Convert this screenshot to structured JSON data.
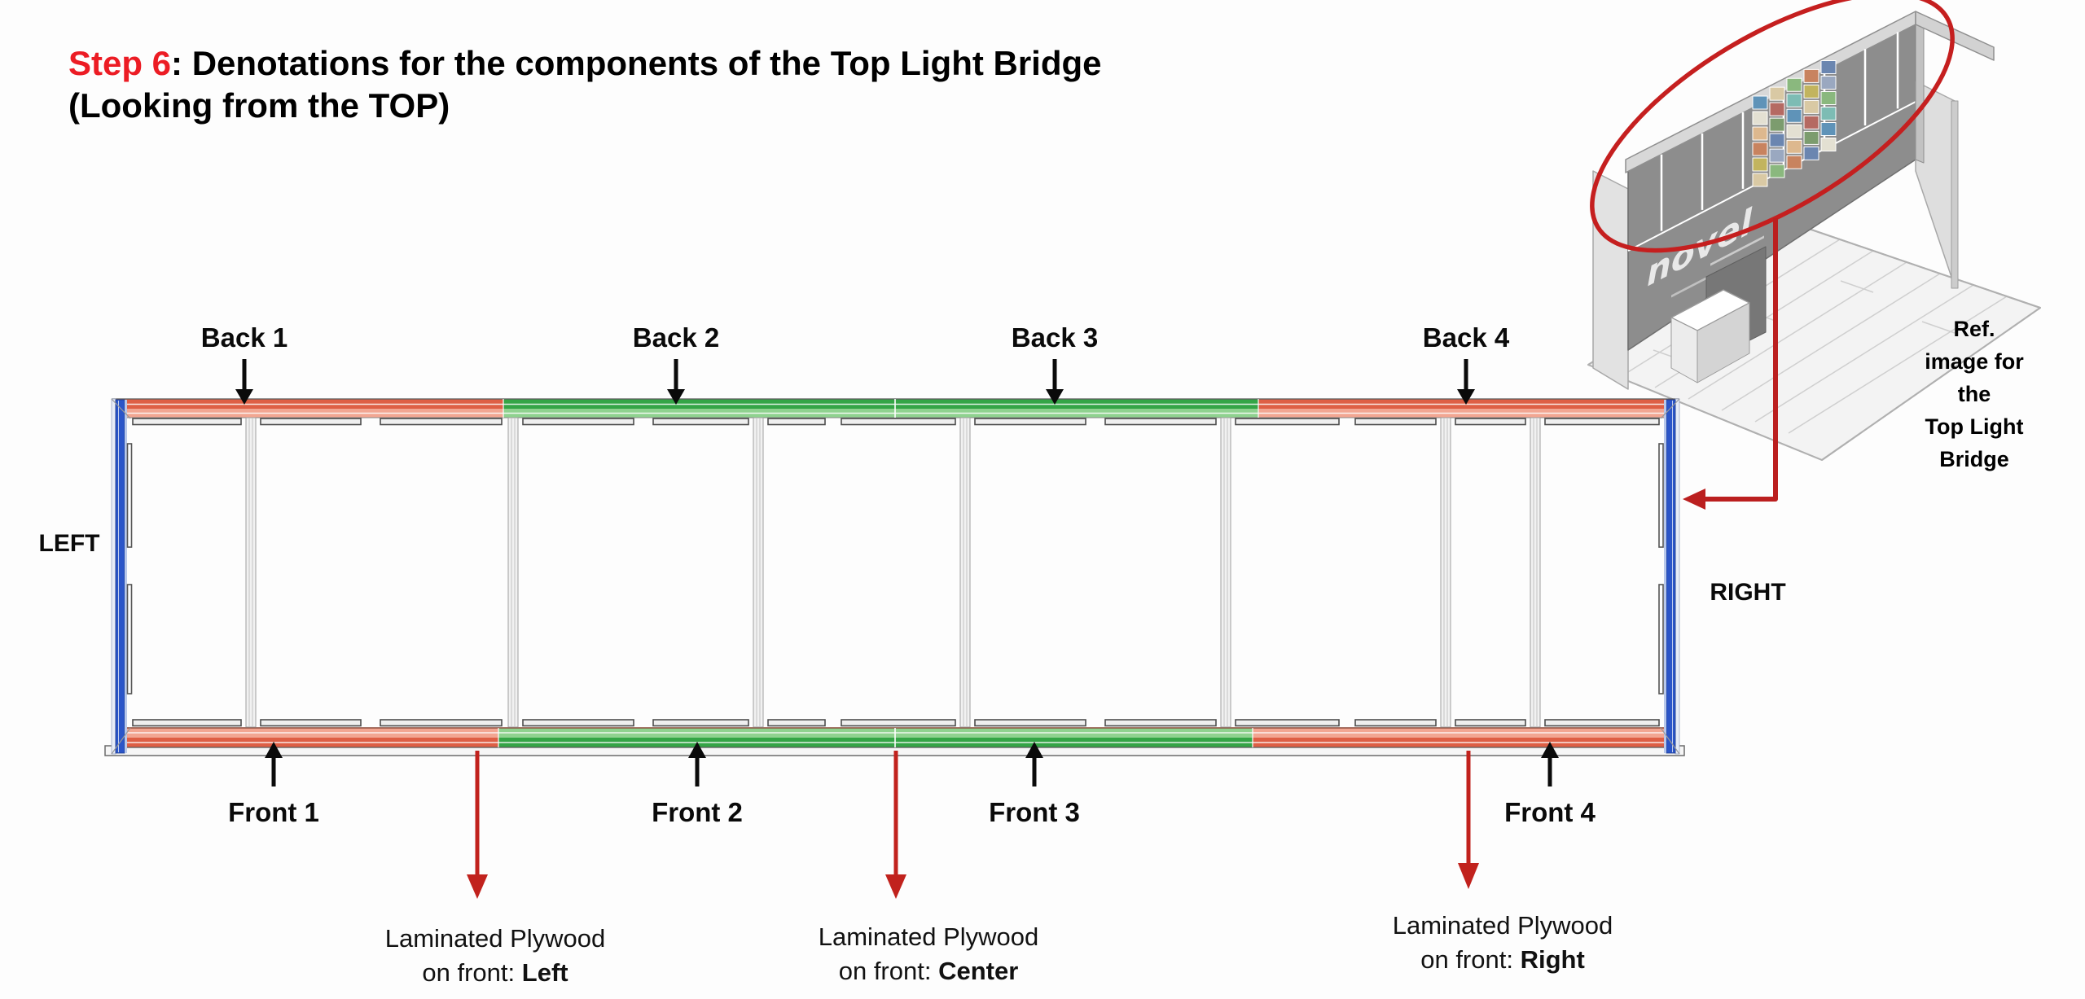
{
  "title": {
    "step": "Step 6",
    "rest": ": Denotations for the components of the Top Light Bridge",
    "line2": "(Looking from the TOP)"
  },
  "labels": {
    "back": [
      "Back 1",
      "Back 2",
      "Back 3",
      "Back 4"
    ],
    "front": [
      "Front 1",
      "Front 2",
      "Front 3",
      "Front 4"
    ],
    "left": "LEFT",
    "right": "RIGHT"
  },
  "plywood_notes": [
    {
      "line1": "Laminated Plywood",
      "prefix": "on front: ",
      "position": "Left"
    },
    {
      "line1": "Laminated Plywood",
      "prefix": "on front: ",
      "position": "Center"
    },
    {
      "line1": "Laminated Plywood",
      "prefix": "on front: ",
      "position": "Right"
    }
  ],
  "ref_image": {
    "caption_line1": "Ref. image for the",
    "caption_line2": "Top Light Bridge",
    "logo_text": "novel",
    "collage_colors": [
      "#5f93b8",
      "#d9c9a4",
      "#8ab87e",
      "#c8835f",
      "#6b86b0",
      "#e3e0d2",
      "#b56a62",
      "#7dbcb4",
      "#c2b45e",
      "#9aa8c0",
      "#ddb88e",
      "#7c9c6e"
    ]
  },
  "colors": {
    "title_red": "#ec1c24",
    "rail_salmon_dark": "#de5f45",
    "rail_salmon_light": "#f2a692",
    "rail_green_dark": "#34a546",
    "rail_green_light": "#8fd28f",
    "side_blue": "#2b55c8",
    "side_blue_light": "#b8c8ea",
    "annotation_arrow_red": "#c1221d",
    "highlight_ellipse_red": "#c51f1f",
    "frame_outline": "#4d4d4d"
  }
}
